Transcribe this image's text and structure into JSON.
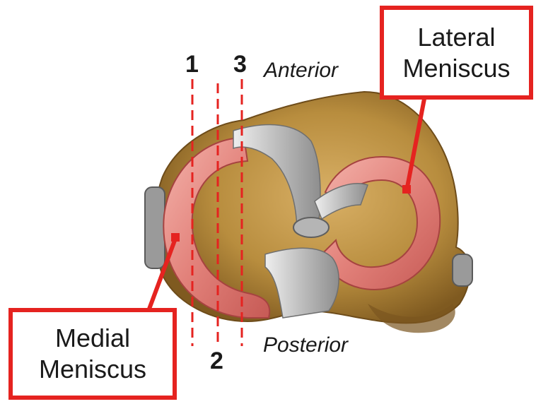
{
  "labels": {
    "lateral": {
      "line1": "Lateral",
      "line2": "Meniscus"
    },
    "medial": {
      "line1": "Medial",
      "line2": "Meniscus"
    }
  },
  "directions": {
    "anterior": "Anterior",
    "posterior": "Posterior"
  },
  "section_lines": {
    "line1": "1",
    "line2": "2",
    "line3": "3"
  },
  "colors": {
    "accent": "#e52320",
    "bone": "#b58a3c",
    "meniscus": "#e5867f",
    "ligament": "#c9c9c9"
  }
}
